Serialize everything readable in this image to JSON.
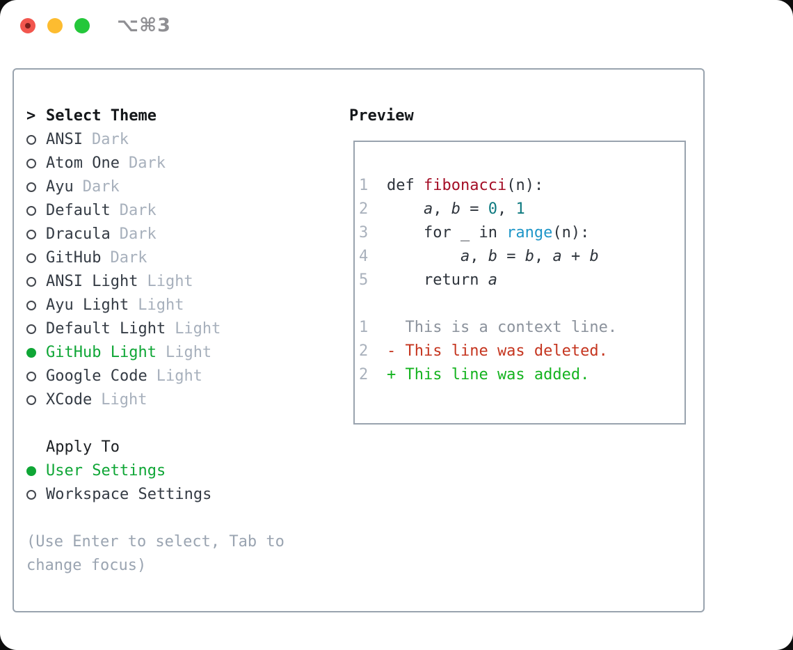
{
  "window": {
    "title": "⌥⌘3",
    "traffic_lights": [
      "close",
      "minimize",
      "zoom"
    ]
  },
  "theme_panel": {
    "header": {
      "prompt": ">",
      "label": "Select Theme"
    },
    "items": [
      {
        "name": "ANSI",
        "variant": "Dark",
        "selected": false
      },
      {
        "name": "Atom One",
        "variant": "Dark",
        "selected": false
      },
      {
        "name": "Ayu",
        "variant": "Dark",
        "selected": false
      },
      {
        "name": "Default",
        "variant": "Dark",
        "selected": false
      },
      {
        "name": "Dracula",
        "variant": "Dark",
        "selected": false
      },
      {
        "name": "GitHub",
        "variant": "Dark",
        "selected": false
      },
      {
        "name": "ANSI Light",
        "variant": "Light",
        "selected": false
      },
      {
        "name": "Ayu Light",
        "variant": "Light",
        "selected": false
      },
      {
        "name": "Default Light",
        "variant": "Light",
        "selected": false
      },
      {
        "name": "GitHub Light",
        "variant": "Light",
        "selected": true
      },
      {
        "name": "Google Code",
        "variant": "Light",
        "selected": false
      },
      {
        "name": "XCode",
        "variant": "Light",
        "selected": false
      }
    ],
    "apply_to": {
      "label": "Apply To",
      "options": [
        {
          "label": "User Settings",
          "selected": true
        },
        {
          "label": "Workspace Settings",
          "selected": false
        }
      ]
    },
    "help_lines": [
      "(Use Enter to select, Tab to",
      "change focus)"
    ]
  },
  "preview": {
    "header": "Preview",
    "code_lines": [
      {
        "num": "1",
        "segments": [
          {
            "text": "def ",
            "style": "plain"
          },
          {
            "text": "fibonacci",
            "style": "func"
          },
          {
            "text": "(n):",
            "style": "plain"
          }
        ]
      },
      {
        "num": "2",
        "segments": [
          {
            "text": "    ",
            "style": "plain"
          },
          {
            "text": "a",
            "style": "var"
          },
          {
            "text": ", ",
            "style": "plain"
          },
          {
            "text": "b",
            "style": "var"
          },
          {
            "text": " = ",
            "style": "plain"
          },
          {
            "text": "0",
            "style": "num"
          },
          {
            "text": ", ",
            "style": "plain"
          },
          {
            "text": "1",
            "style": "num"
          }
        ]
      },
      {
        "num": "3",
        "segments": [
          {
            "text": "    for _ in ",
            "style": "plain"
          },
          {
            "text": "range",
            "style": "call"
          },
          {
            "text": "(n):",
            "style": "plain"
          }
        ]
      },
      {
        "num": "4",
        "segments": [
          {
            "text": "        ",
            "style": "plain"
          },
          {
            "text": "a",
            "style": "var"
          },
          {
            "text": ", ",
            "style": "plain"
          },
          {
            "text": "b",
            "style": "var"
          },
          {
            "text": " = ",
            "style": "plain"
          },
          {
            "text": "b",
            "style": "var"
          },
          {
            "text": ", ",
            "style": "plain"
          },
          {
            "text": "a",
            "style": "var"
          },
          {
            "text": " + ",
            "style": "plain"
          },
          {
            "text": "b",
            "style": "var"
          }
        ]
      },
      {
        "num": "5",
        "segments": [
          {
            "text": "    return ",
            "style": "plain"
          },
          {
            "text": "a",
            "style": "var"
          }
        ]
      }
    ],
    "diff_lines": [
      {
        "num": "1",
        "text": "  This is a context line.",
        "style": "context"
      },
      {
        "num": "2",
        "text": "- This line was deleted.",
        "style": "deleted"
      },
      {
        "num": "2",
        "text": "+ This line was added.",
        "style": "added"
      }
    ]
  },
  "colors": {
    "selected_green": "#0fa636",
    "diff_added_green": "#14b31f",
    "diff_deleted_red": "#c5351f",
    "function_red": "#a40e26",
    "number_teal": "#0e7a80",
    "builtin_blue": "#1e96c8",
    "muted_gray": "#a7b0bc",
    "border_gray": "#99a3ae",
    "traffic_red": "#f2564e",
    "traffic_yellow": "#fdbc30",
    "traffic_green": "#24c73a"
  }
}
